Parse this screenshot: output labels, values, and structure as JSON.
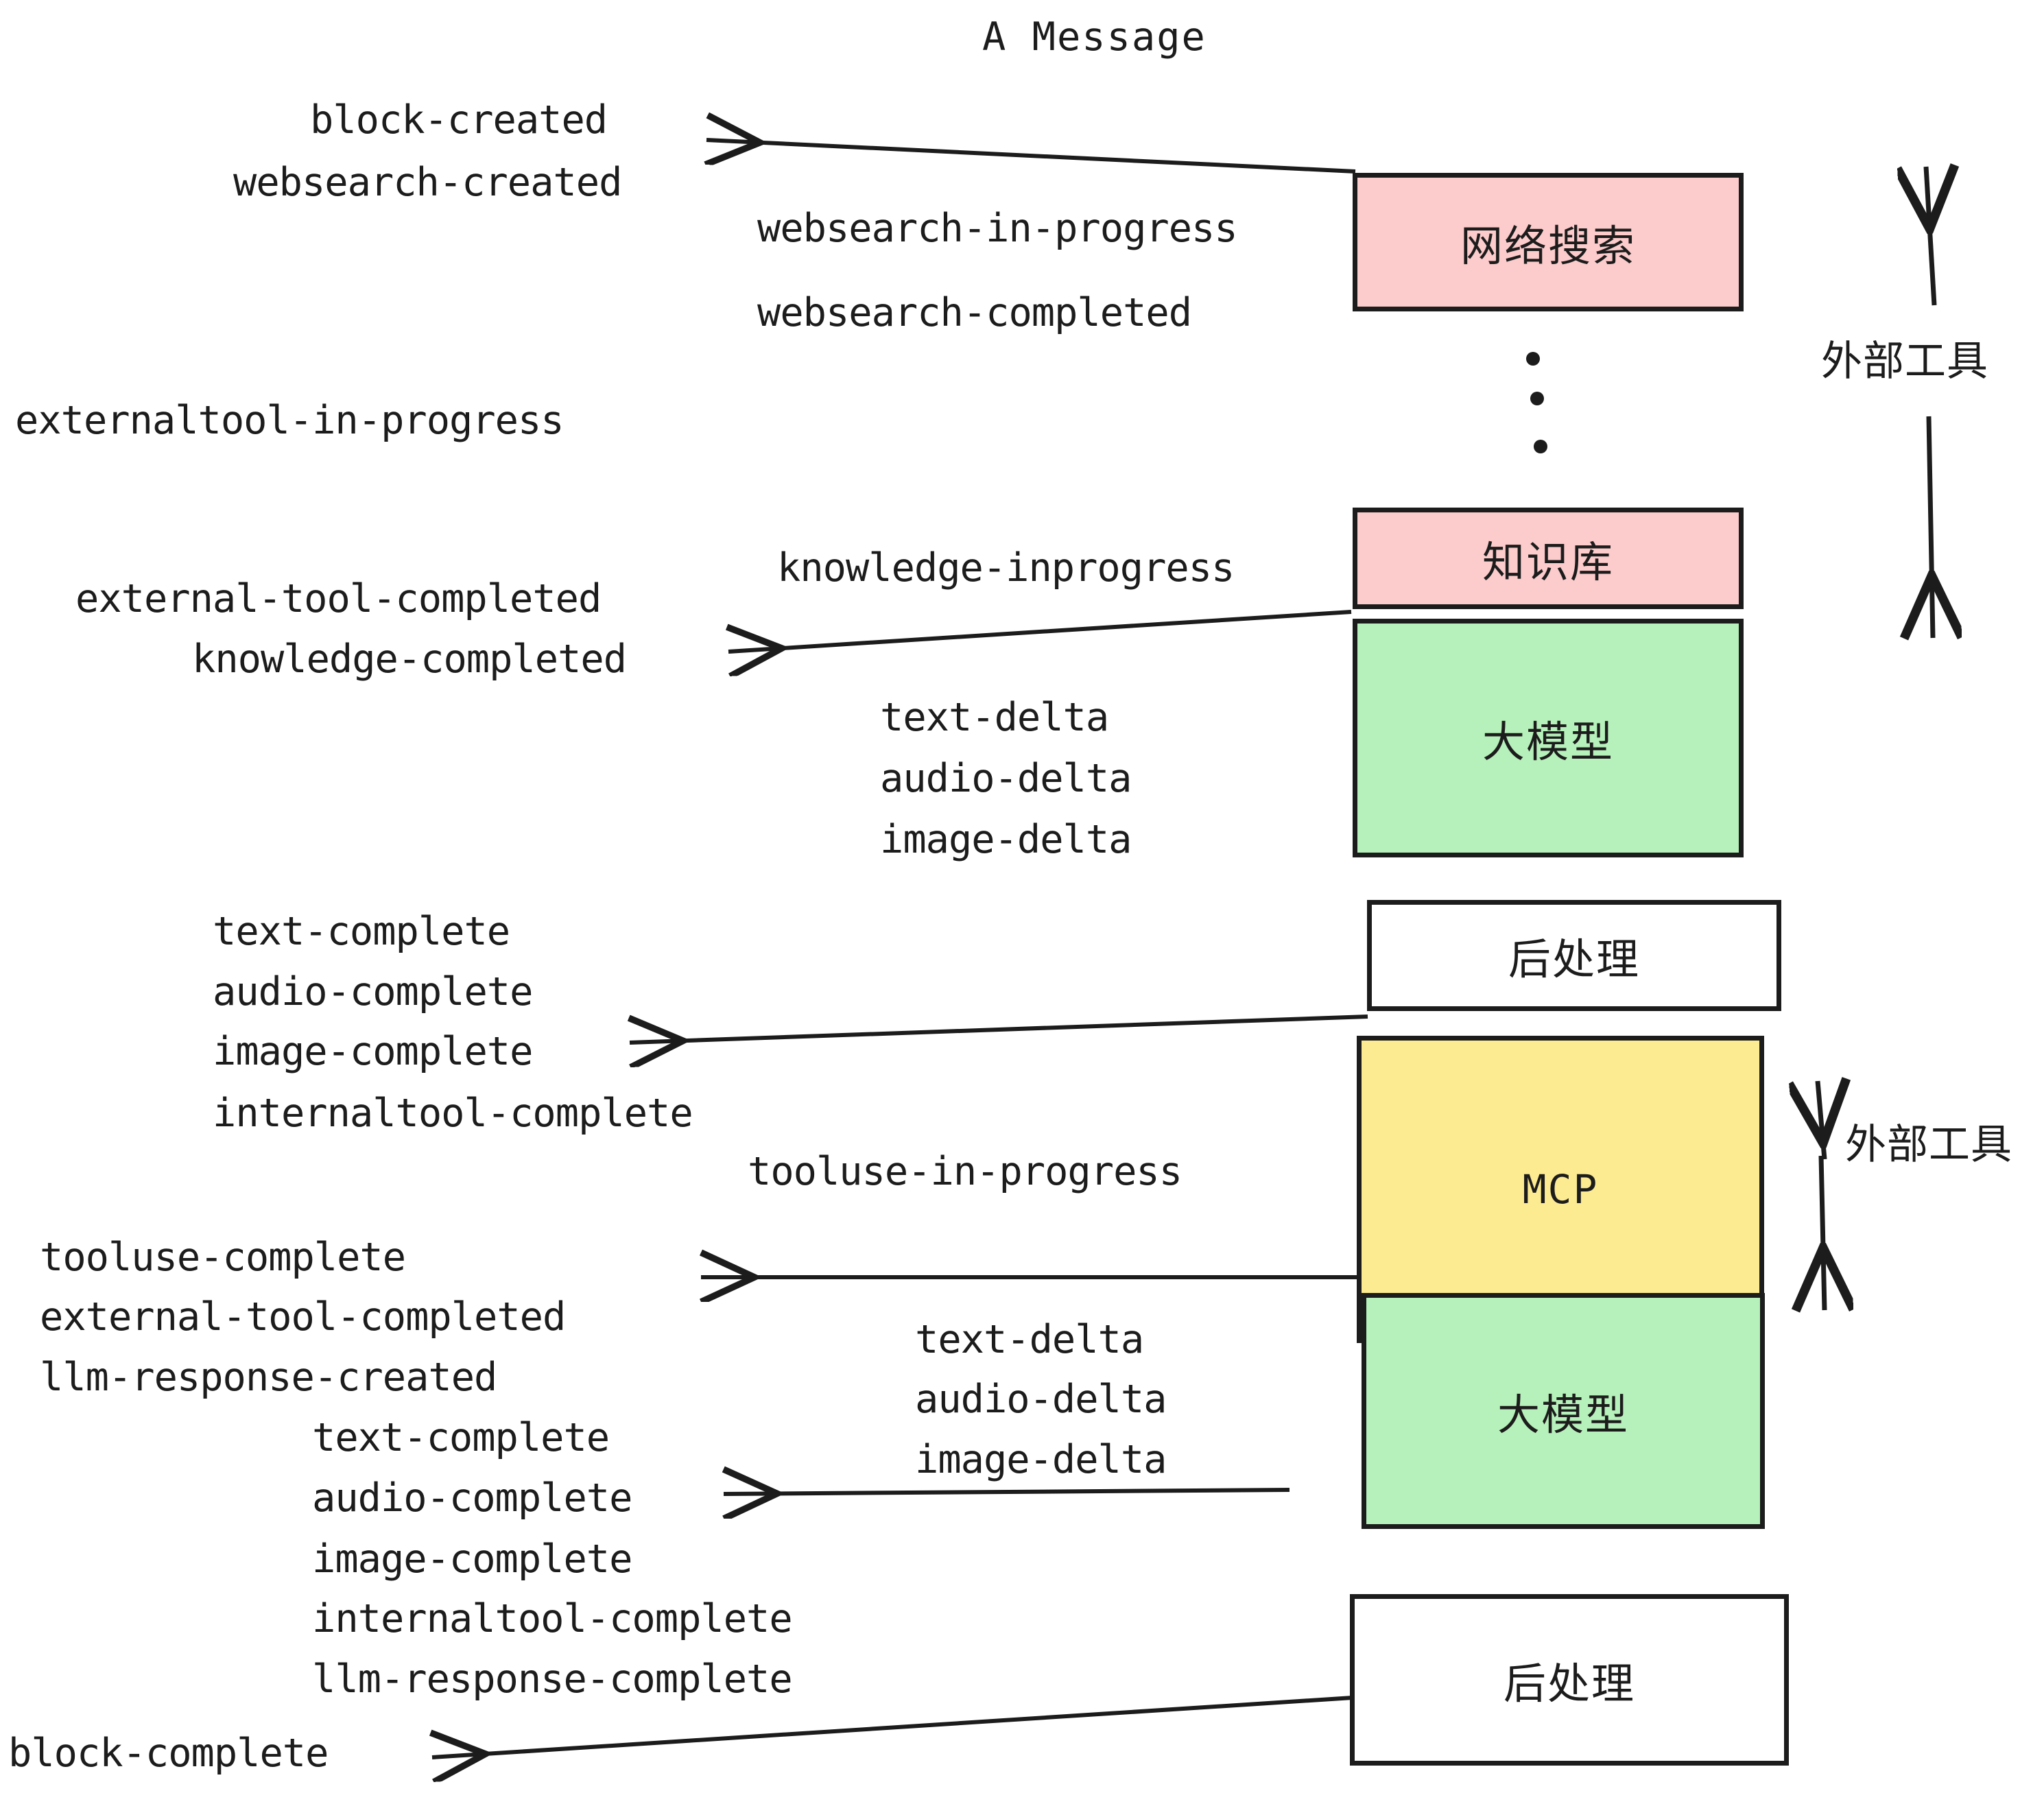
{
  "diagram": {
    "title": "A Message",
    "side_label_top": "外部工具",
    "side_label_bottom": "外部工具",
    "colors": {
      "pink": "#FCCBCB",
      "green": "#B6F0BA",
      "yellow": "#FCEB91",
      "white": "#FFFFFF",
      "stroke": "#1C1C1C"
    },
    "boxes": [
      {
        "label": "网络搜索",
        "fill": "#FCCBCB"
      },
      {
        "label": "知识库",
        "fill": "#FCCBCB"
      },
      {
        "label": "大模型",
        "fill": "#B6F0BA"
      },
      {
        "label": "后处理",
        "fill": "#FFFFFF"
      },
      {
        "label": "MCP",
        "fill": "#FCEB91"
      },
      {
        "label": "大模型",
        "fill": "#B6F0BA"
      },
      {
        "label": "后处理",
        "fill": "#FFFFFF"
      }
    ],
    "events": [
      "block-created",
      "websearch-created",
      "websearch-in-progress",
      "websearch-completed",
      "externaltool-in-progress",
      "knowledge-inprogress",
      "external-tool-completed",
      "knowledge-completed",
      "text-delta",
      "audio-delta",
      "image-delta",
      "text-complete",
      "audio-complete",
      "image-complete",
      "internaltool-complete",
      "tooluse-in-progress",
      "tooluse-complete",
      "external-tool-completed",
      "llm-response-created",
      "text-complete",
      "audio-complete",
      "image-complete",
      "internaltool-complete",
      "llm-response-complete",
      "block-complete",
      "text-delta",
      "audio-delta",
      "image-delta"
    ]
  }
}
